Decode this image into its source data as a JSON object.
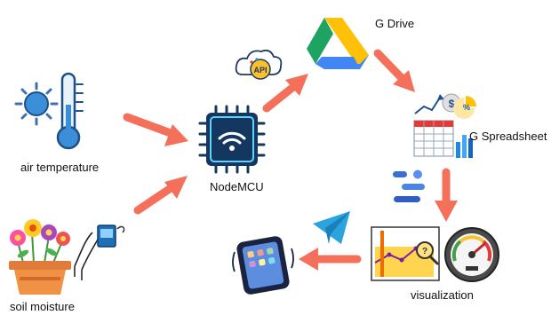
{
  "labels": {
    "air_temperature": "air temperature",
    "soil_moisture": "soil moisture",
    "nodemcu": "NodeMCU",
    "gdrive": "G Drive",
    "gspreadsheet": "G Spreadsheet",
    "visualization": "visualization",
    "api_badge": "API",
    "percent_sign": "%",
    "dollar_sign": "$"
  },
  "icons": {
    "sun": "sun-icon",
    "thermometer": "thermometer-icon",
    "flowers": "flower-pot-icon",
    "sensor": "soil-sensor-icon",
    "chip": "wifi-chip-icon",
    "cloud": "cloud-api-icon",
    "drive": "google-drive-icon",
    "sheet": "spreadsheet-icon",
    "datastudio": "data-studio-icon",
    "telegram": "telegram-icon",
    "phone": "smartphone-icon",
    "dashboard": "dashboard-chart-icon",
    "gauge": "gauge-icon"
  },
  "colors": {
    "arrow": "#f4705a",
    "chip_dark": "#13375e",
    "chip_glow": "#5fd3ff",
    "drive_green": "#1ea362",
    "drive_yellow": "#ffc107",
    "drive_blue": "#4285f4",
    "drive_red": "#ea4335",
    "telegram": "#2aa3df"
  }
}
